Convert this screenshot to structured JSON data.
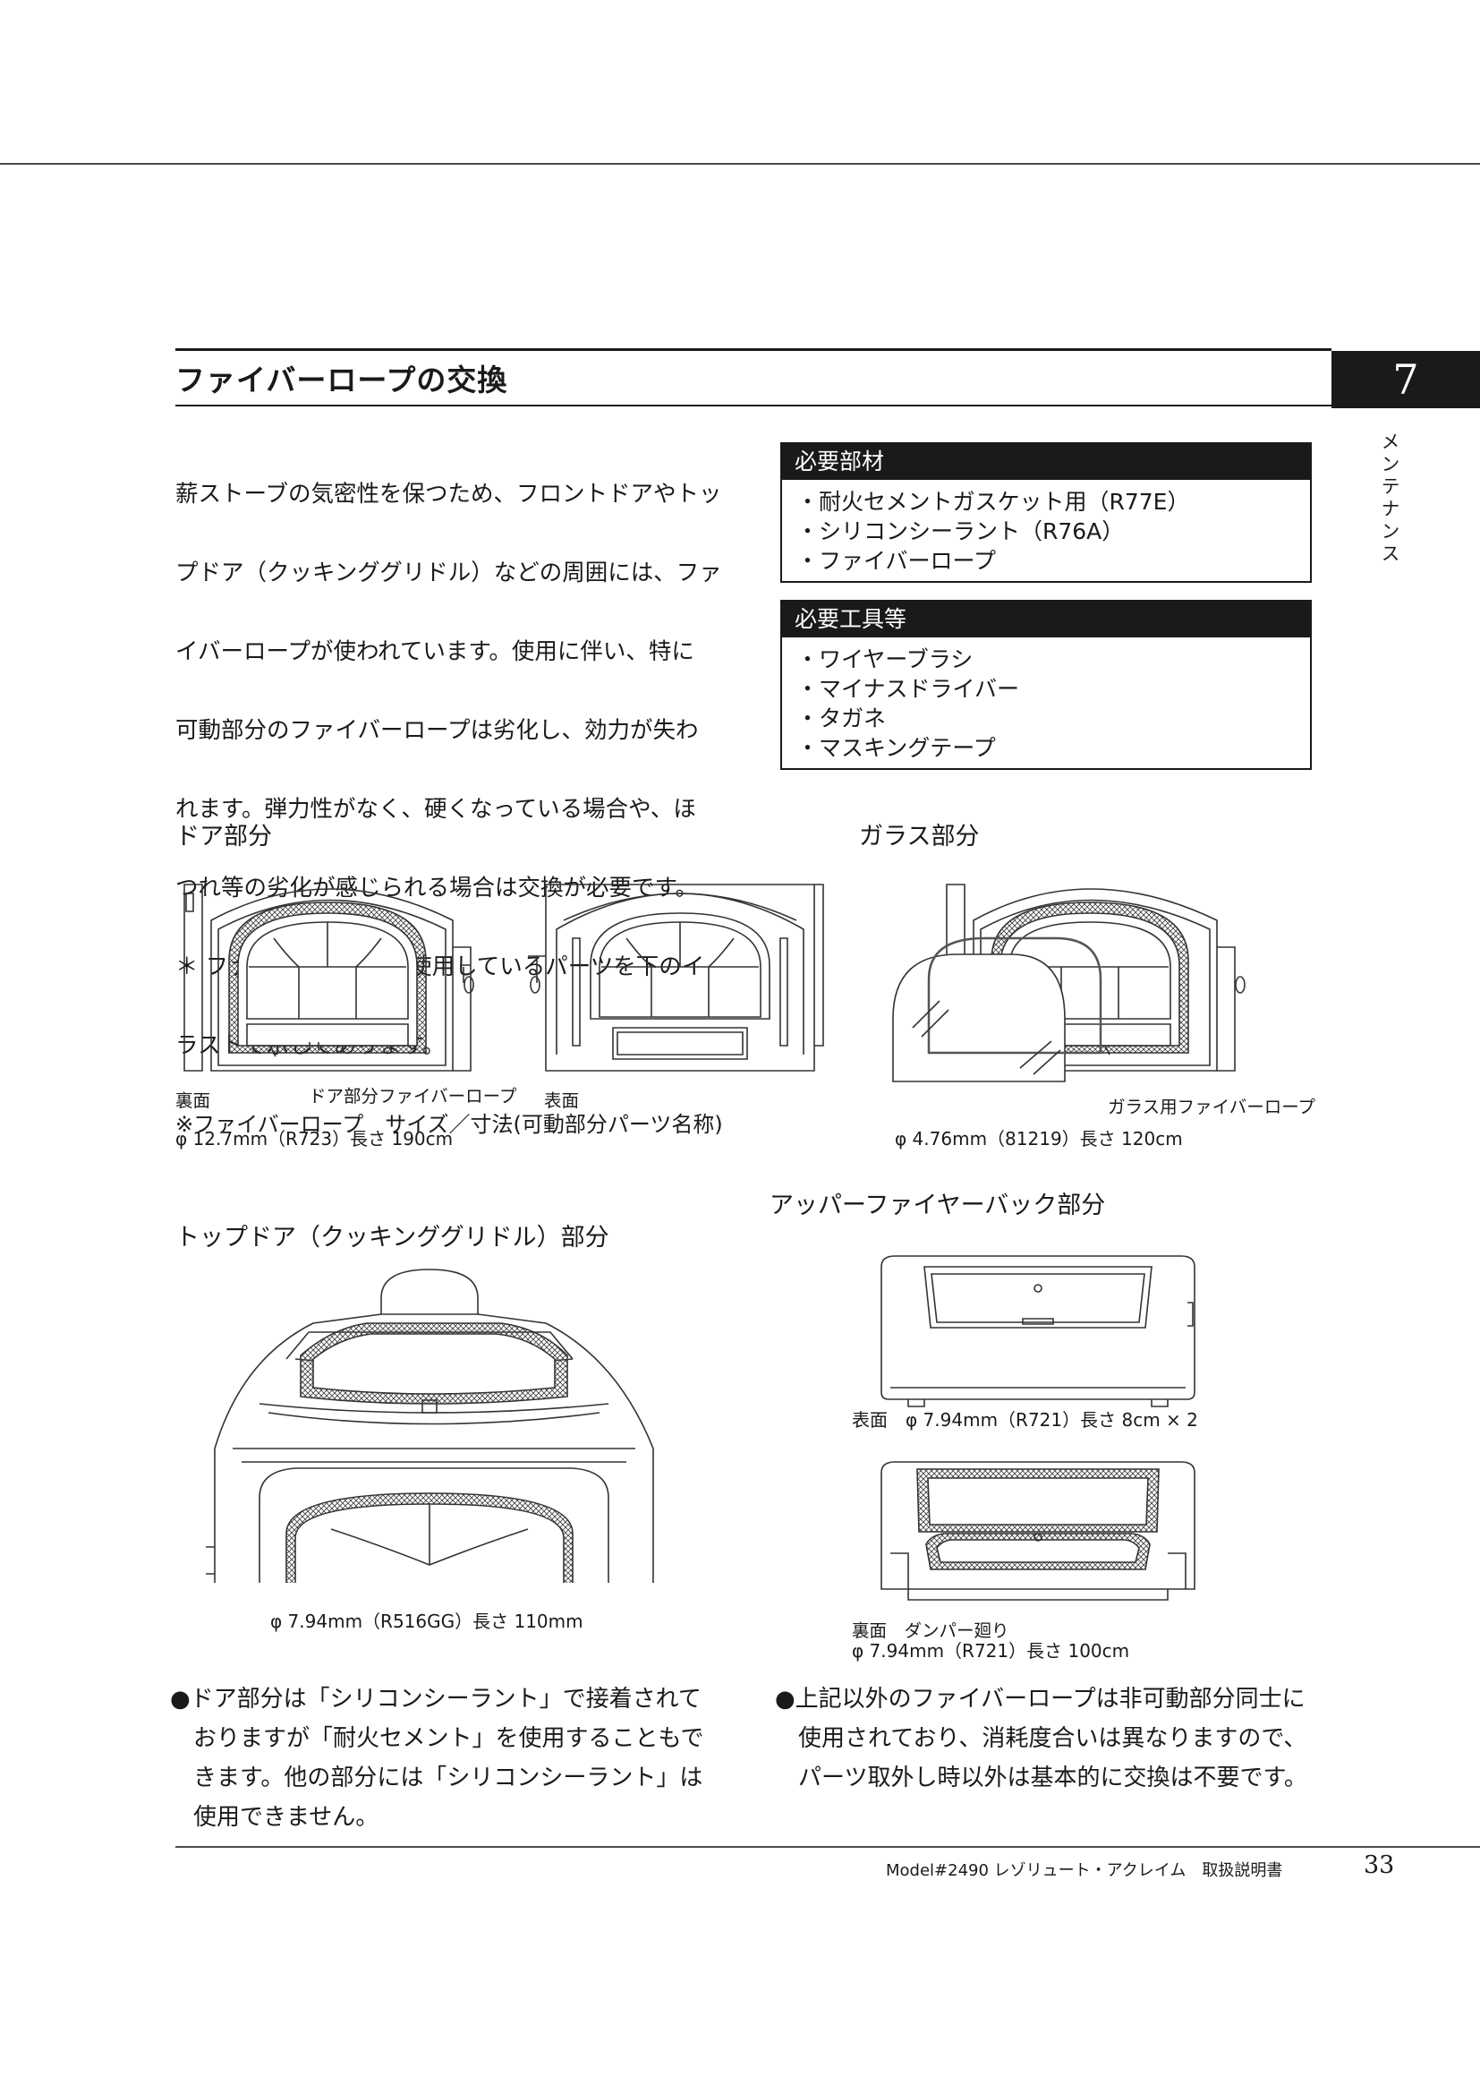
{
  "section_title": "ファイバーロープの交換",
  "chapter": {
    "number": "7",
    "label": "メンテナンス"
  },
  "intro_lines": [
    "薪ストーブの気密性を保つため、フロントドアやトッ",
    "プドア（クッキンググリドル）などの周囲には、ファ",
    "イバーロープが使われています。使用に伴い、特に",
    "可動部分のファイバーロープは劣化し、効力が失わ",
    "れます。弾力性がなく、硬くなっている場合や、ほ",
    "つれ等の劣化が感じられる場合は交換が必要です。",
    "＊ ファイバーロープを使用しているパーツを下のイ",
    "ラストで示してあります。",
    "※ファイバーロープ　サイズ／寸法(可動部分パーツ名称)"
  ],
  "materials_box": {
    "title": "必要部材",
    "items": [
      "・耐火セメントガスケット用（R77E）",
      "・シリコンシーラント（R76A）",
      "・ファイバーロープ"
    ]
  },
  "tools_box": {
    "title": "必要工具等",
    "items": [
      "・ワイヤーブラシ",
      "・マイナスドライバー",
      "・タガネ",
      "・マスキングテープ"
    ]
  },
  "door_section": {
    "heading": "ドア部分",
    "back_label": "裏面",
    "rope_label": "ドア部分ファイバーロープ",
    "front_label": "表面",
    "spec": "φ 12.7mm（R723）長さ 190cm"
  },
  "glass_section": {
    "heading": "ガラス部分",
    "rope_label": "ガラス用ファイバーロープ",
    "spec": "φ 4.76mm（81219）長さ 120cm"
  },
  "top_door_section": {
    "heading": "トップドア（クッキンググリドル）部分",
    "spec": "φ 7.94mm（R516GG）長さ 110mm"
  },
  "upper_fireback_section": {
    "heading": "アッパーファイヤーバック部分",
    "front_spec": "表面　φ 7.94mm（R721）長さ 8cm × 2",
    "back_label": "裏面　ダンパー廻り",
    "back_spec": "φ 7.94mm（R721）長さ 100cm"
  },
  "notes": {
    "left": "●ドア部分は「シリコンシーラント」で接着されて\n　おりますが「耐火セメント」を使用することもで\n　きます。他の部分には「シリコンシーラント」は\n　使用できません。",
    "right": "●上記以外のファイバーロープは非可動部分同士に\n　使用されており、消耗度合いは異なりますので、\n　パーツ取外し時以外は基本的に交換は不要です。"
  },
  "footer": {
    "model": "Model#2490 レゾリュート・アクレイム　取扱説明書",
    "page": "33"
  }
}
